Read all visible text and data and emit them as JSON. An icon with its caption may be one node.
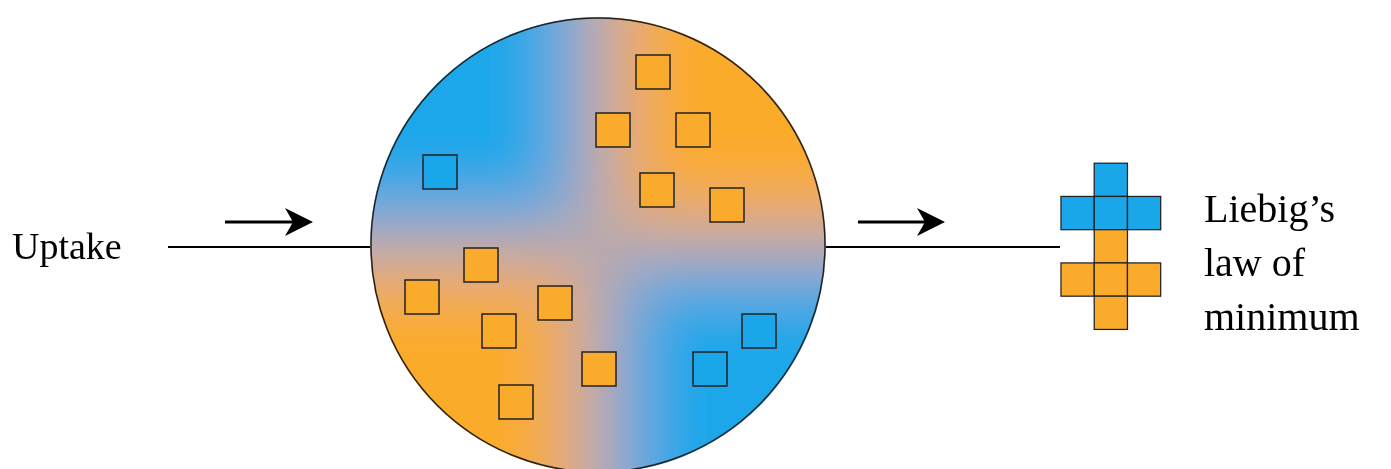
{
  "diagram": {
    "nodes": [
      {
        "text": [
          "Uptake"
        ]
      },
      {
        "text": [],
        "shape": "circle"
      },
      {
        "text": [
          "Liebig’s law of minimum"
        ]
      }
    ],
    "edges": [
      {
        "from": 0,
        "to": 1,
        "arrow": "none"
      },
      {
        "from": 1,
        "to": 2,
        "arrow": "none"
      }
    ]
  }
}
